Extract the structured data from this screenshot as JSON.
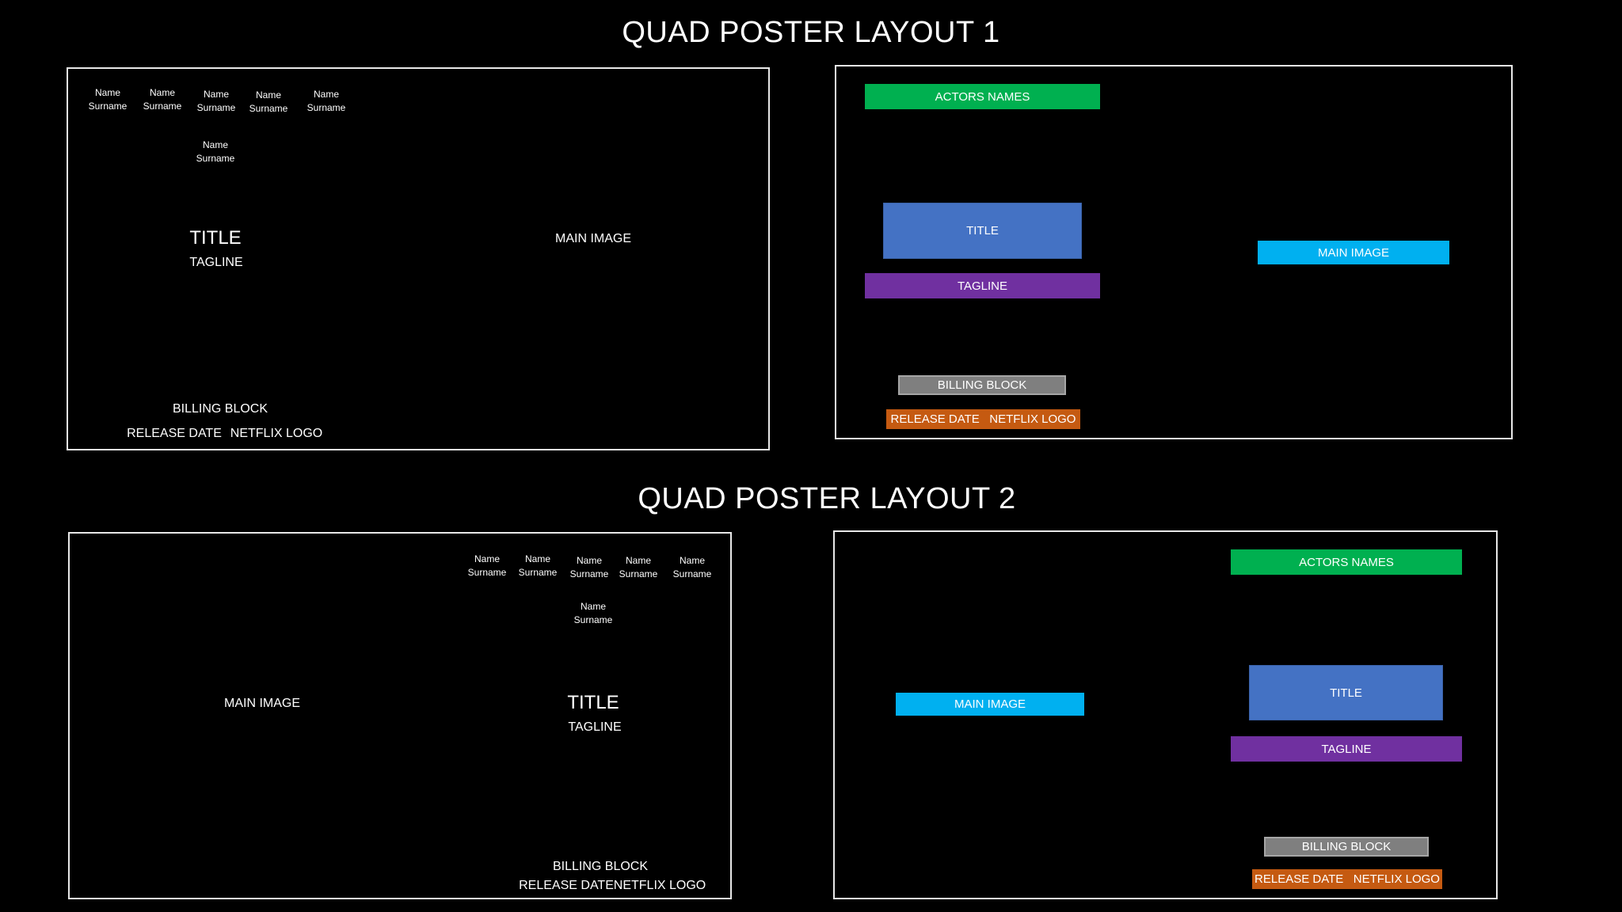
{
  "layout1": {
    "heading": "QUAD POSTER LAYOUT 1",
    "text_mock": {
      "names_row": [
        {
          "first": "Name",
          "last": "Surname"
        },
        {
          "first": "Name",
          "last": "Surname"
        },
        {
          "first": "Name",
          "last": "Surname"
        },
        {
          "first": "Name",
          "last": "Surname"
        },
        {
          "first": "Name",
          "last": "Surname"
        }
      ],
      "name_extra": {
        "first": "Name",
        "last": "Surname"
      },
      "title": "TITLE",
      "tagline": "TAGLINE",
      "main_image": "MAIN IMAGE",
      "billing_block": "BILLING BLOCK",
      "release_date": "RELEASE DATE",
      "netflix_logo": "NETFLIX LOGO"
    },
    "block_mock": {
      "actors_names": "ACTORS NAMES",
      "title": "TITLE",
      "tagline": "TAGLINE",
      "main_image": "MAIN IMAGE",
      "billing_block": "BILLING BLOCK",
      "release_netflix": "RELEASE DATE   NETFLIX LOGO"
    }
  },
  "layout2": {
    "heading": "QUAD POSTER LAYOUT 2",
    "text_mock": {
      "names_row": [
        {
          "first": "Name",
          "last": "Surname"
        },
        {
          "first": "Name",
          "last": "Surname"
        },
        {
          "first": "Name",
          "last": "Surname"
        },
        {
          "first": "Name",
          "last": "Surname"
        },
        {
          "first": "Name",
          "last": "Surname"
        }
      ],
      "name_extra": {
        "first": "Name",
        "last": "Surname"
      },
      "title": "TITLE",
      "tagline": "TAGLINE",
      "main_image": "MAIN IMAGE",
      "billing_block": "BILLING BLOCK",
      "release_date": "RELEASE DATE",
      "netflix_logo": "NETFLIX LOGO"
    },
    "block_mock": {
      "actors_names": "ACTORS NAMES",
      "title": "TITLE",
      "tagline": "TAGLINE",
      "main_image": "MAIN IMAGE",
      "billing_block": "BILLING BLOCK",
      "release_netflix": "RELEASE DATE   NETFLIX LOGO"
    }
  },
  "colors": {
    "actors_names": "#00b050",
    "title": "#4472c4",
    "tagline": "#7030a0",
    "main_image": "#00b0f0",
    "billing_block": "#7f7f7f",
    "release_netflix": "#c55a11"
  }
}
